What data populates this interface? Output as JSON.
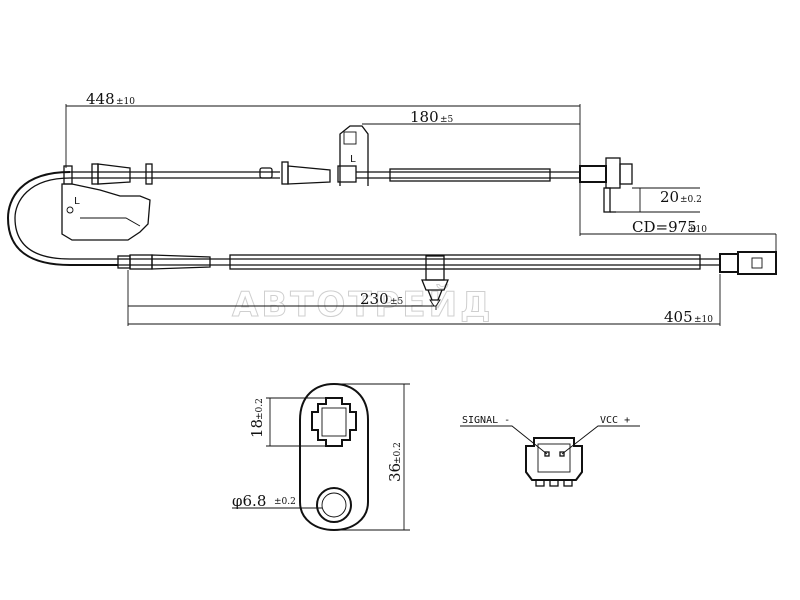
{
  "watermark": "АВТОТРЕЙД",
  "dimensions": {
    "d448": {
      "value": "448",
      "tol": "±10"
    },
    "d180": {
      "value": "180",
      "tol": "±5"
    },
    "d20": {
      "value": "20",
      "tol": "±0.2"
    },
    "dCD": {
      "value": "CD=975",
      "tol": "±10"
    },
    "d230": {
      "value": "230",
      "tol": "±5"
    },
    "d405": {
      "value": "405",
      "tol": "±10"
    },
    "d18": {
      "value": "18",
      "tol": "±0.2"
    },
    "d36": {
      "value": "36",
      "tol": "±0.2"
    },
    "dphi": {
      "value": "φ6.8",
      "tol": "±0.2"
    }
  },
  "labels": {
    "bracket_left": "L",
    "bracket_top": "L",
    "signal": "SIGNAL -",
    "vcc": "VCC +"
  }
}
